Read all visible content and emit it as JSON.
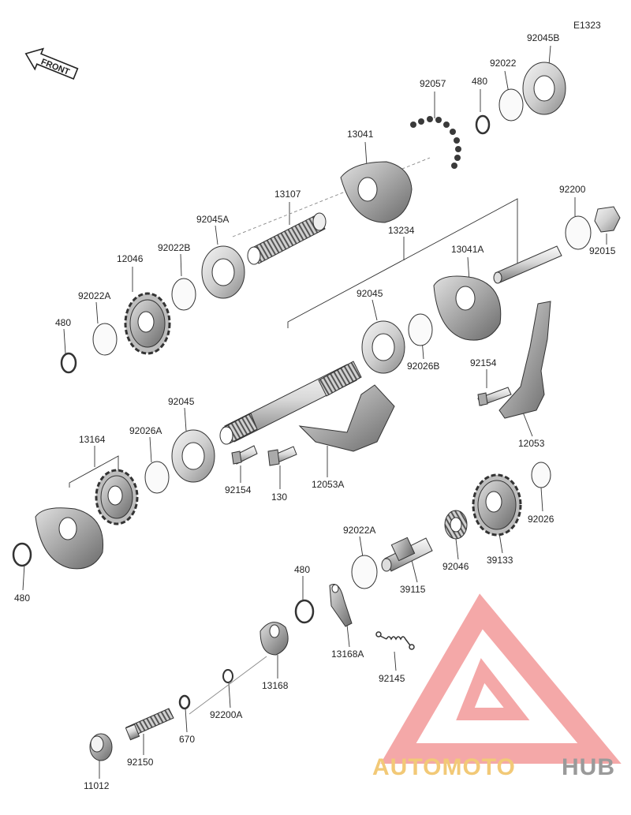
{
  "diagram_code": "E1323",
  "front_label": "FRONT",
  "watermark": {
    "part1": "AUTOMOTO",
    "part2": "HUB",
    "color_main": "#f4a8a8",
    "color_auto": "#f2c977",
    "color_hub": "#9a9a9a"
  },
  "parts": {
    "p92045B": "92045B",
    "p92022": "92022",
    "p92057": "92057",
    "p480_top": "480",
    "p13041": "13041",
    "p92200": "92200",
    "p92015": "92015",
    "p13107": "13107",
    "p13234": "13234",
    "p92045A": "92045A",
    "p92022B": "92022B",
    "p12046": "12046",
    "p92022A_top": "92022A",
    "p480_left": "480",
    "p13041A": "13041A",
    "p92045_mid": "92045",
    "p92026B": "92026B",
    "p92154_right": "92154",
    "p12053": "12053",
    "p92045_low": "92045",
    "p92026A": "92026A",
    "p13164": "13164",
    "p92154_low": "92154",
    "p130": "130",
    "p12053A": "12053A",
    "p480_bottom": "480",
    "p92022A_low": "92022A",
    "p92046": "92046",
    "p39133": "39133",
    "p92026": "92026",
    "p39115": "39115",
    "p480_mid": "480",
    "p13168A": "13168A",
    "p92145": "92145",
    "p13168": "13168",
    "p92200A": "92200A",
    "p670": "670",
    "p92150": "92150",
    "p11012": "11012"
  }
}
